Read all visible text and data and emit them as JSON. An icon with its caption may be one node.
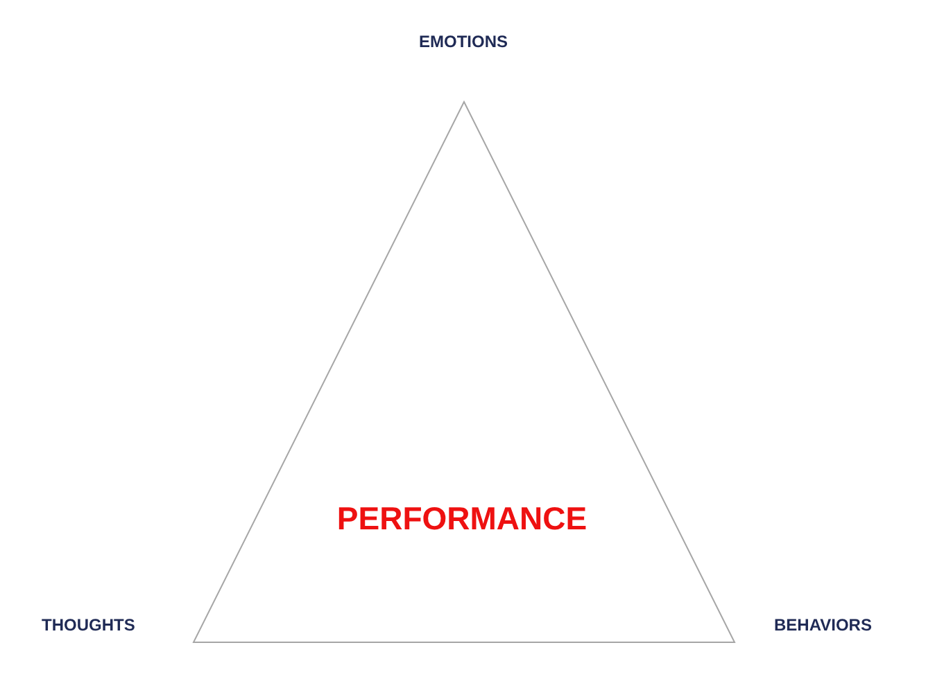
{
  "diagram": {
    "nodes": [
      {
        "text": [
          "PERFORMANCE"
        ]
      }
    ],
    "labels": [
      "EMOTIONS",
      "THOUGHTS",
      "BEHAVIORS"
    ]
  }
}
